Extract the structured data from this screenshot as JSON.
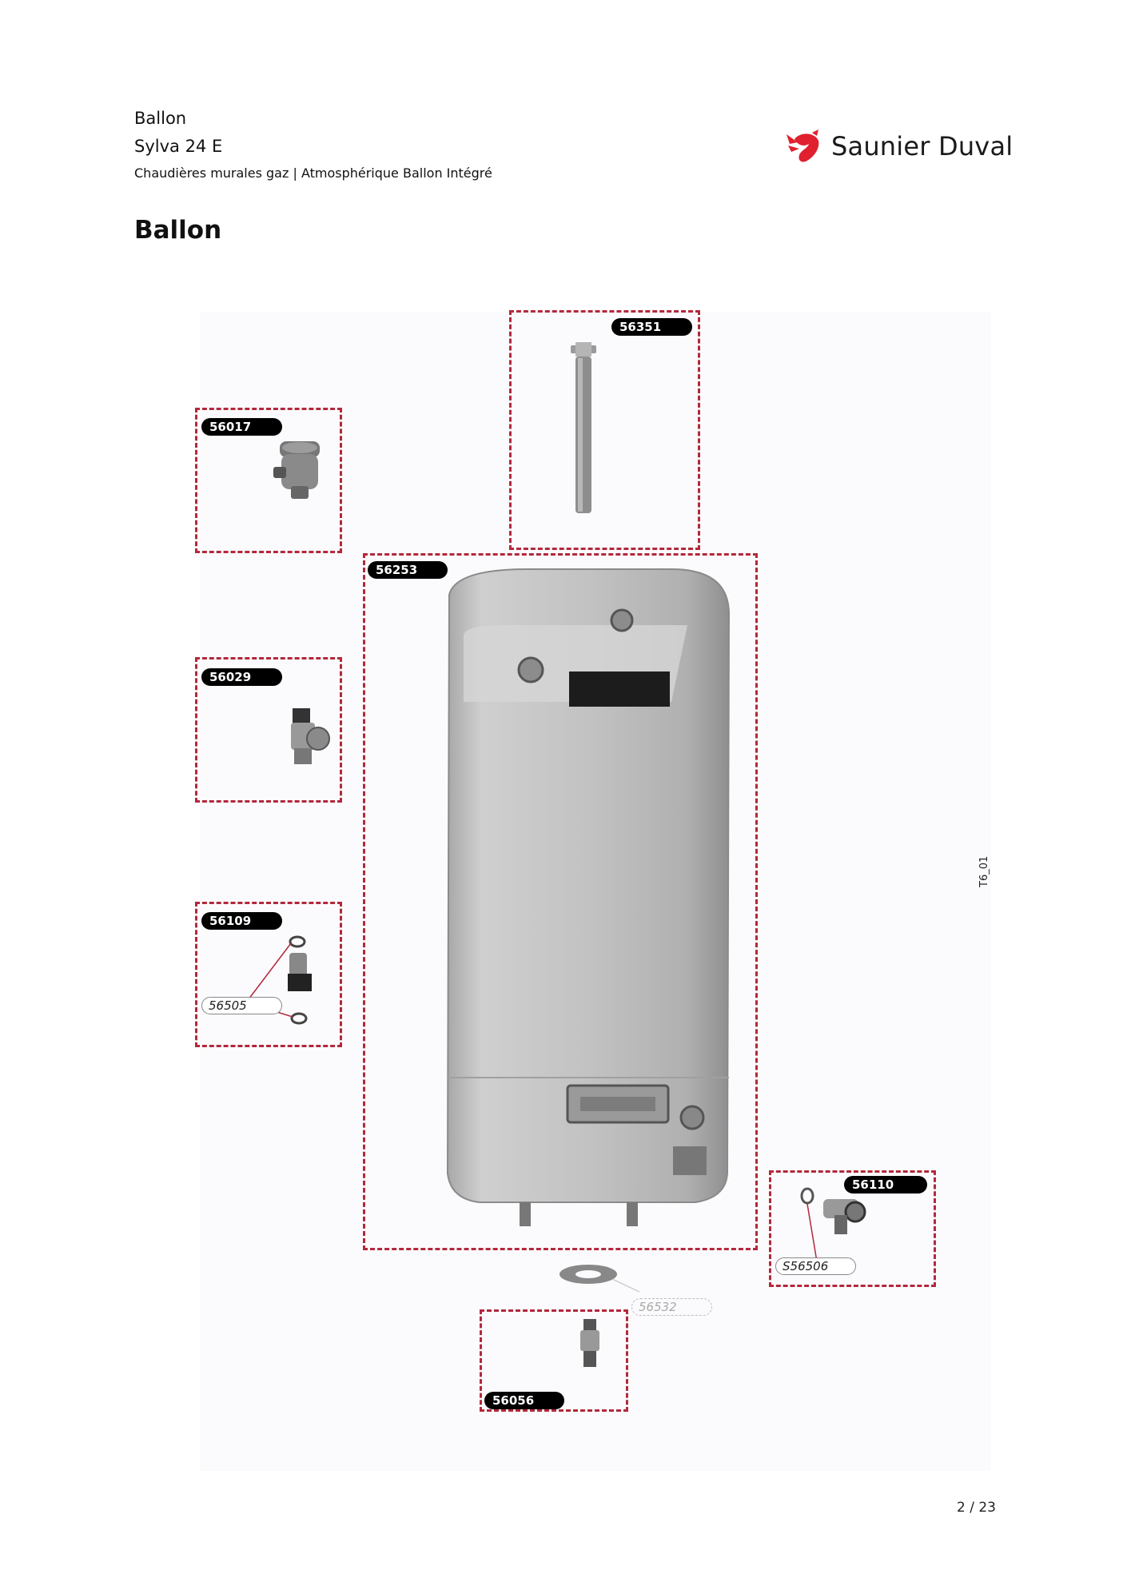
{
  "header": {
    "title": "Ballon",
    "model": "Sylva 24 E",
    "category": "Chaudières murales gaz | Atmosphérique Ballon Intégré"
  },
  "brand": {
    "name": "Saunier Duval",
    "logo_icon": "bird-logo-icon",
    "color": "#e0202f"
  },
  "section_title": "Ballon",
  "diagram": {
    "accent_color": "#b3283c",
    "parts": [
      {
        "ref": "56351"
      },
      {
        "ref": "56017"
      },
      {
        "ref": "56253"
      },
      {
        "ref": "56029"
      },
      {
        "ref": "56109",
        "sub_ref": "56505"
      },
      {
        "ref": "56110",
        "sub_ref": "S56506"
      },
      {
        "ref": "56532"
      },
      {
        "ref": "56056"
      }
    ],
    "side_code": "T6_01"
  },
  "page": {
    "number": "2 / 23"
  }
}
